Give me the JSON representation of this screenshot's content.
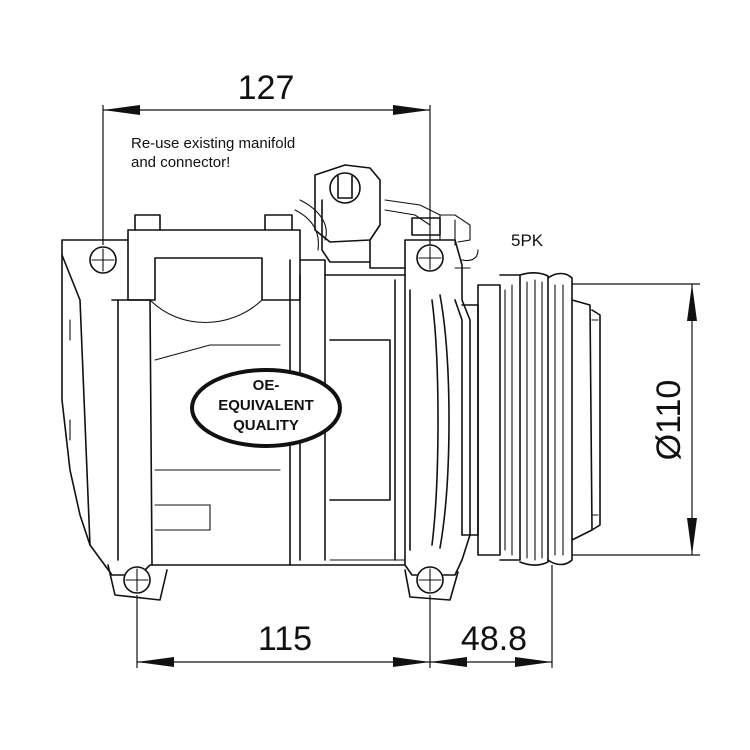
{
  "dimensions": {
    "top_width": "127",
    "bottom_left": "115",
    "bottom_right": "48.8",
    "pulley_diameter": "Ø110"
  },
  "annotations": {
    "note_line1": "Re-use existing manifold",
    "note_line2": "and connector!",
    "belt_type": "5PK"
  },
  "badge": {
    "line1": "OE-",
    "line2": "EQUIVALENT",
    "line3": "QUALITY"
  }
}
